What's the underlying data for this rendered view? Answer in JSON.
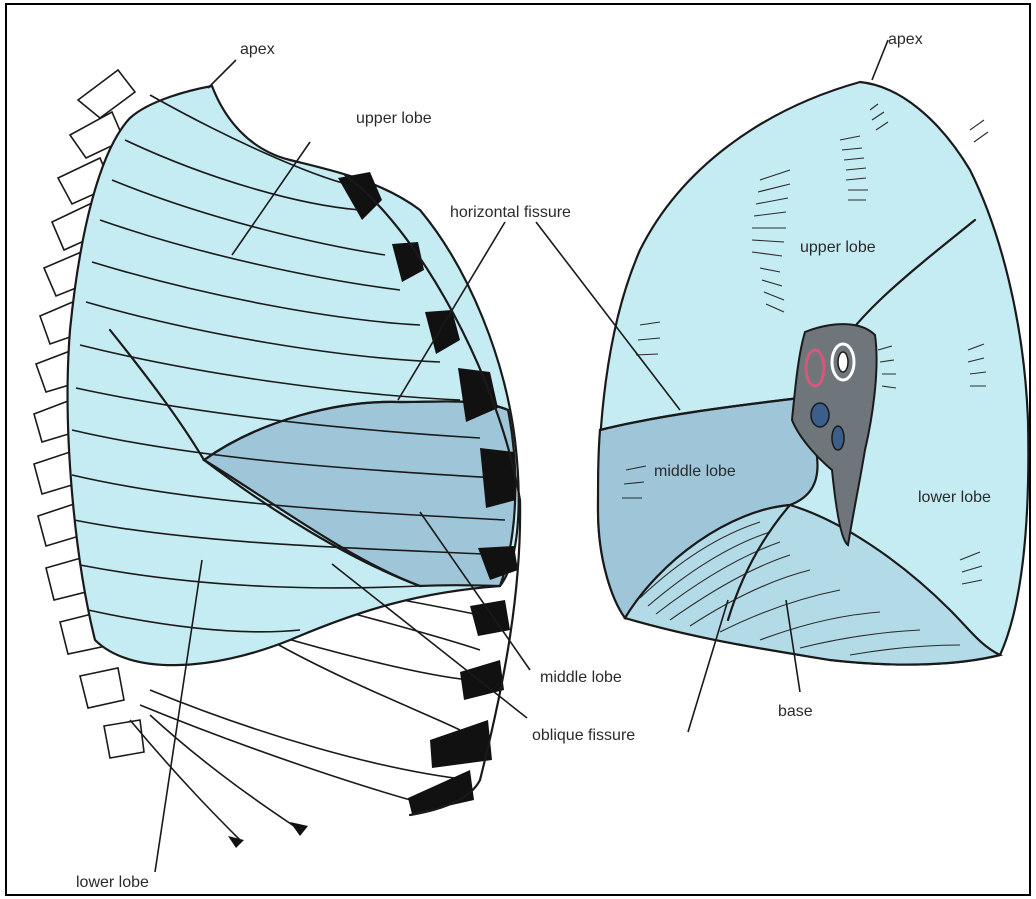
{
  "colors": {
    "lung_fill": "#c5ecf3",
    "middle_lobe_fill": "#9fc6d8",
    "base_fill": "#b3dbe7",
    "hilum_fill": "#6e757b",
    "line": "#1a1a1a",
    "cartilage": "#111111",
    "artery": "#d4587c"
  },
  "labels": {
    "left_apex": "apex",
    "left_upper_lobe": "upper lobe",
    "horizontal_fissure": "horizontal fissure",
    "left_middle_lobe": "middle lobe",
    "oblique_fissure": "oblique fissure",
    "left_lower_lobe": "lower lobe",
    "right_apex": "apex",
    "right_upper_lobe": "upper lobe",
    "right_middle_lobe": "middle lobe",
    "right_lower_lobe": "lower lobe",
    "base": "base"
  }
}
